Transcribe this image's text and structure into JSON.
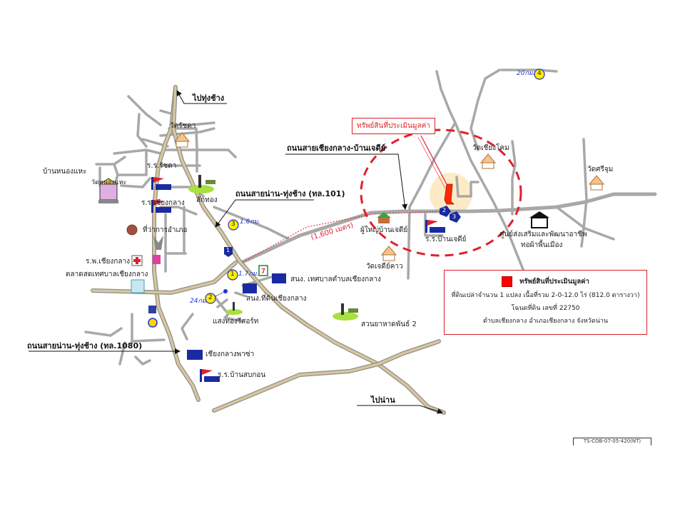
{
  "map": {
    "directions": {
      "to_thung_chang": "ไปทุ่งช้าง",
      "to_nan": "ไปน่าน"
    },
    "roads": {
      "road_101": "ถนนสายน่าน-ทุ่งช้าง (ทล.101)",
      "road_1080": "ถนนสายน่าน-ทุ่งช้าง (ทล.1080)",
      "road_chiang_klang_ban_chedi": "ถนนสายเชียงกลาง-บ้านเจดีย์"
    },
    "distance_label": "(1,600 เมตร)",
    "markers": [
      {
        "number": "1",
        "distance": "1.7กม.",
        "color": "#ffee00"
      },
      {
        "number": "2",
        "distance": "24กม.",
        "color": "#ffee00"
      },
      {
        "number": "3",
        "distance": "1.6กม.",
        "color": "#ffee00"
      },
      {
        "number": "4",
        "distance": "20กม.",
        "color": "#ffee00"
      }
    ],
    "road_shields": [
      "1",
      "2",
      "3"
    ],
    "places": {
      "wat_rit_ta": "วัดรัชดา",
      "school_rit_ta": "ร.ร.รัชดา",
      "ban_nong_lae": "บ้านหนองแหะ",
      "wat_nong_lae": "วัดหนองแหะ",
      "school_chiang_klang": "ร.ร.เชียงกลาง",
      "lak_thong": "ลักทอง",
      "district_office": "ที่ว่าการอำเภอ",
      "hospital": "ร.พ.เชียงกลาง",
      "market": "ตลาดสดเทศบาลเชียงกลาง",
      "municipality_office": "สนง. เทศบาลตำบลเชียงกลาง",
      "land_office": "สนง.ที่ดินเชียงกลาง",
      "saeng_thong_resort": "แสงทองรีสอร์ท",
      "orchard": "สวนยาหาดพันธ์ 2",
      "chiang_klang_phatsa": "เชียงกลางพาซ่า",
      "school_ban_sop_kon": "ร.ร.บ้านสบกอน",
      "village_head": "ผู้ใหญ่บ้านเจดีย์",
      "wat_chedi_khao": "วัดเจดีย์คาว",
      "school_ban_chedi": "ร.ร.บ้านเจดีย์",
      "wat_chiang_khong": "วัดเชียงโคม",
      "wat_sri_yom": "วัดศรีจุม",
      "weaving_center_1": "ศูนย์ส่งเสริมและพัฒนาอาชีพ",
      "weaving_center_2": "ทอผ้าพื้นเมือง"
    },
    "property_callout": "ทรัพย์สินที่ประเมินมูลค่า",
    "accent_red": "#e0202a",
    "highway_color": "#c8b48a",
    "road_color": "#a8a8a8"
  },
  "legend": {
    "title": "ทรัพย์สินที่ประเมินมูลค่า",
    "line1": "ที่ดินเปล่าจำนวน 1 แปลง เนื้อที่รวม 2-0-12.0 ไร่ (812.0 ตารางวา)",
    "line2": "โฉนดที่ดิน เลขที่ 22750",
    "line3": "ตำบลเชียงกลาง อำเภอเชียงกลาง จังหวัดน่าน",
    "swatch_color": "#ff0000"
  },
  "reference_code": "TS-COB-07-05-420(NT)"
}
